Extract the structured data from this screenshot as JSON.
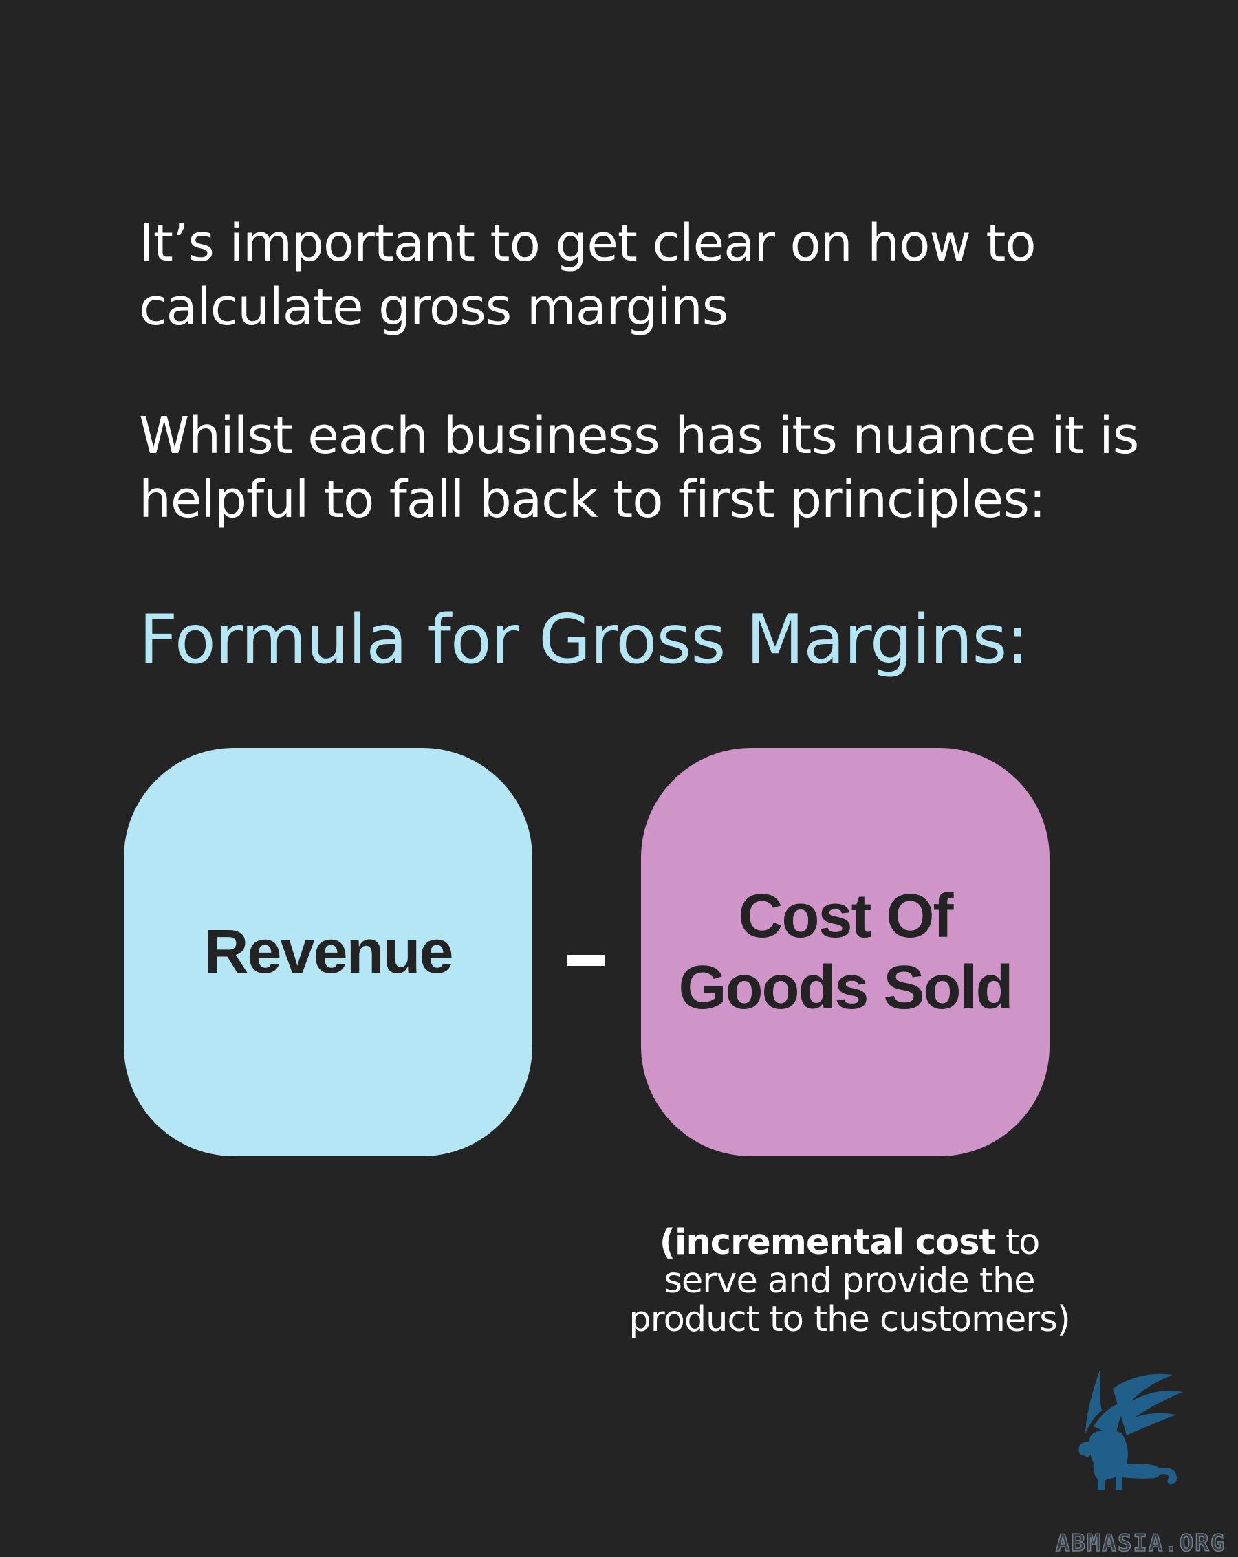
{
  "intro": {
    "paragraph_1": "It’s important to get clear on how to calculate gross margins",
    "paragraph_2": "Whilst each business has its nuance it is helpful to fall back to first principles:"
  },
  "formula": {
    "heading": "Formula for Gross Margins:",
    "left_term": "Revenue",
    "operator": "-",
    "right_term": "Cost Of\nGoods Sold",
    "note_bold": "(incremental cost",
    "note_rest": " to serve and provide the product to the customers)"
  },
  "branding": {
    "watermark": "ABMASIA.ORG",
    "logo_icon": "griffin-logo-icon"
  },
  "colors": {
    "background": "#242424",
    "heading": "#b5e6f5",
    "revenue_box": "#b5e6f5",
    "cogs_box": "#cf94c8",
    "box_text": "#232323",
    "logo": "#1f5f8a"
  }
}
